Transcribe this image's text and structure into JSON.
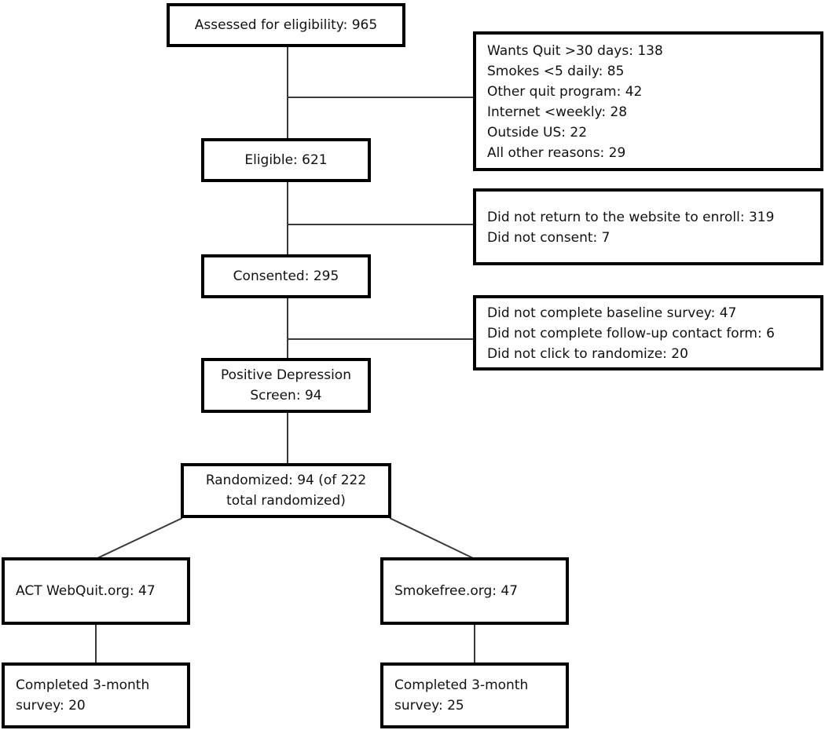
{
  "flowchart": {
    "assessed": "Assessed for eligibility: 965",
    "eligible": "Eligible: 621",
    "consented": "Consented: 295",
    "positive_line1": "Positive Depression",
    "positive_line2": "Screen: 94",
    "randomized_line1": "Randomized: 94 (of 222",
    "randomized_line2": "total randomized)",
    "arm_act": "ACT WebQuit.org: 47",
    "arm_smokefree": "Smokefree.org: 47",
    "completed_act_line1": "Completed 3-month",
    "completed_act_line2": "survey: 20",
    "completed_smokefree_line1": "Completed 3-month",
    "completed_smokefree_line2": "survey: 25"
  },
  "exclusions": {
    "ineligible": [
      "Wants Quit >30 days: 138",
      "Smokes <5 daily: 85",
      "Other quit program: 42",
      "Internet <weekly: 28",
      "Outside US: 22",
      "All other reasons: 29"
    ],
    "not_consented": [
      "Did not return to the website to enroll: 319",
      "Did not consent: 7"
    ],
    "not_screened": [
      "Did not complete baseline survey: 47",
      "Did not complete follow-up contact form: 6",
      "Did not click to randomize: 20"
    ]
  }
}
